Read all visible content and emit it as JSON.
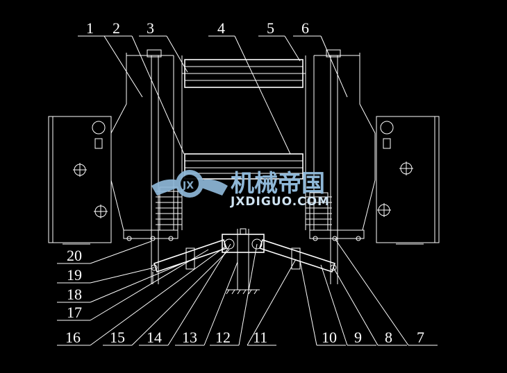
{
  "top_callouts": [
    "1",
    "2",
    "3",
    "4",
    "5",
    "6"
  ],
  "left_callouts": [
    "20",
    "19",
    "18",
    "17"
  ],
  "bottom_callouts": [
    "16",
    "15",
    "14",
    "13",
    "12",
    "11",
    "10",
    "9",
    "8",
    "7"
  ],
  "watermark": {
    "chinese_text": "机械帝国",
    "site_text": "JXDIGUO.COM",
    "logo_letters": "JX",
    "colors": {
      "primary": "#8fb8d8",
      "secondary": "#cfe3f2"
    }
  },
  "colors": {
    "background": "#000000",
    "lines": "#ffffff"
  }
}
